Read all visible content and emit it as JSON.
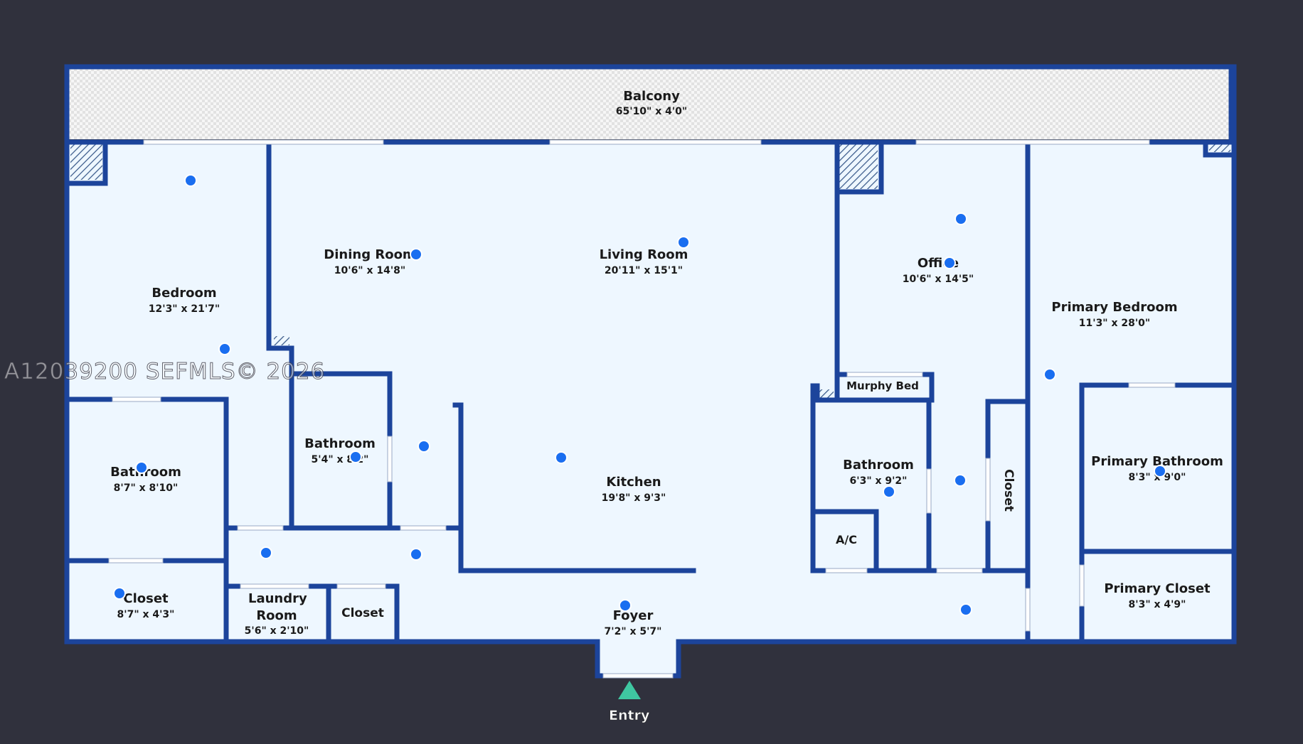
{
  "watermark": "A12039200  SEFMLS© 2026",
  "entry_label": "Entry",
  "colors": {
    "background": "#30313d",
    "floor": "#eef7ff",
    "wall": "#1c449b",
    "sensor_dot": "#1a6ef0",
    "entry_marker": "#3fc7a1"
  },
  "rooms": [
    {
      "id": "balcony",
      "name": "Balcony",
      "dims": "65'10\" x 4'0\""
    },
    {
      "id": "bedroom",
      "name": "Bedroom",
      "dims": "12'3\" x 21'7\""
    },
    {
      "id": "dining-room",
      "name": "Dining Room",
      "dims": "10'6\" x 14'8\""
    },
    {
      "id": "living-room",
      "name": "Living Room",
      "dims": "20'11\" x 15'1\""
    },
    {
      "id": "office",
      "name": "Office",
      "dims": "10'6\" x 14'5\""
    },
    {
      "id": "primary-bedroom",
      "name": "Primary Bedroom",
      "dims": "11'3\" x 28'0\""
    },
    {
      "id": "bathroom-left",
      "name": "Bathroom",
      "dims": "8'7\" x 8'10\""
    },
    {
      "id": "bathroom-center",
      "name": "Bathroom",
      "dims": "5'4\" x 8'2\""
    },
    {
      "id": "kitchen",
      "name": "Kitchen",
      "dims": "19'8\" x 9'3\""
    },
    {
      "id": "murphy-bed",
      "name": "Murphy Bed",
      "dims": ""
    },
    {
      "id": "bathroom-right",
      "name": "Bathroom",
      "dims": "6'3\" x 9'2\""
    },
    {
      "id": "closet-vertical",
      "name": "Closet",
      "dims": ""
    },
    {
      "id": "primary-bathroom",
      "name": "Primary Bathroom",
      "dims": "8'3\" x 9'0\""
    },
    {
      "id": "ac",
      "name": "A/C",
      "dims": ""
    },
    {
      "id": "closet-left",
      "name": "Closet",
      "dims": "8'7\" x 4'3\""
    },
    {
      "id": "laundry-room",
      "name": "Laundry Room",
      "dims": "5'6\" x 2'10\""
    },
    {
      "id": "closet-small",
      "name": "Closet",
      "dims": ""
    },
    {
      "id": "foyer",
      "name": "Foyer",
      "dims": "7'2\" x 5'7\""
    },
    {
      "id": "primary-closet",
      "name": "Primary Closet",
      "dims": "8'3\" x 4'9\""
    }
  ]
}
